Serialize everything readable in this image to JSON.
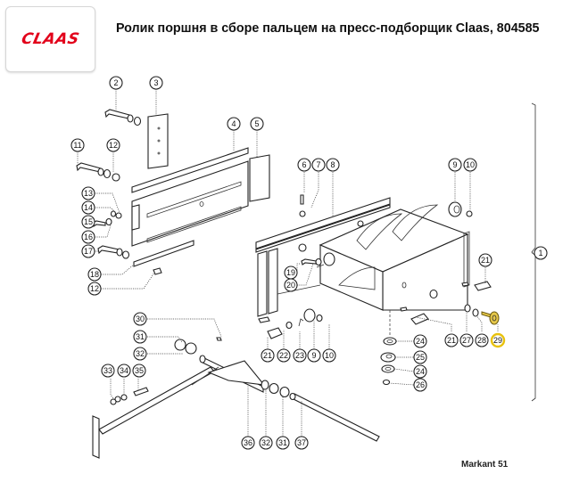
{
  "header": {
    "logo_text": "CLAAS",
    "title": "Ролик поршня в сборе пальцем на пресс-подборщик Claas, 804585"
  },
  "footer": {
    "caption": "Markant 51"
  },
  "diagram": {
    "highlighted_part": "29",
    "highlight_color": "#e8c10c",
    "callouts": {
      "c1": "1",
      "c2": "2",
      "c3": "3",
      "c4": "4",
      "c5": "5",
      "c6": "6",
      "c7": "7",
      "c8": "8",
      "c9a": "9",
      "c10a": "10",
      "c11": "11",
      "c12a": "12",
      "c13": "13",
      "c14": "14",
      "c15": "15",
      "c16": "16",
      "c17": "17",
      "c18": "18",
      "c12b": "12",
      "c19": "19",
      "c20": "20",
      "c21a": "21",
      "c21b": "21",
      "c22": "22",
      "c23": "23",
      "c9b": "9",
      "c10b": "10",
      "c21c": "21",
      "c27": "27",
      "c28": "28",
      "c29": "29",
      "c24a": "24",
      "c25": "25",
      "c24b": "24",
      "c26": "26",
      "c30": "30",
      "c31a": "31",
      "c32a": "32",
      "c33": "33",
      "c34": "34",
      "c35": "35",
      "c36": "36",
      "c32b": "32",
      "c31b": "31",
      "c37": "37"
    }
  }
}
